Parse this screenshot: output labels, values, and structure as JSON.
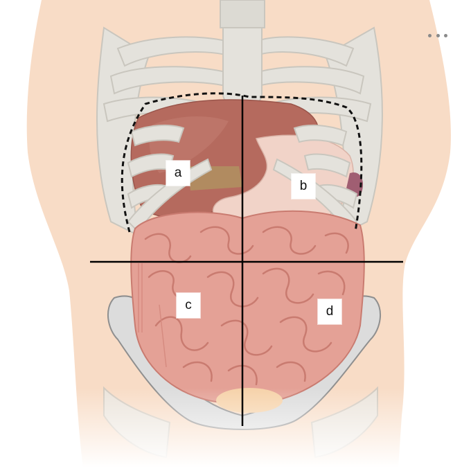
{
  "labels": {
    "a": "a",
    "b": "b",
    "c": "c",
    "d": "d"
  },
  "icons": {
    "menu": "more-options-icon"
  },
  "colors": {
    "skin": "#f8dcc6",
    "bone": "#e4e2dc",
    "bone_outline": "#c9c6be",
    "liver": "#b56a5e",
    "stomach": "#f1d3c8",
    "intestine": "#e4a196",
    "intestine_dark": "#c97b70",
    "pelvis": "#dcdcdc",
    "bladder": "#f6d2a9",
    "gallbladder": "#b09060",
    "line": "#000000"
  }
}
